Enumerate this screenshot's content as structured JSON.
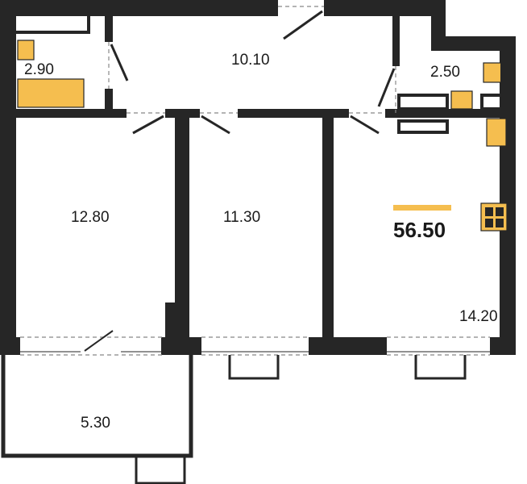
{
  "plan": {
    "total_area": "56.50",
    "accent_color": "#F5BE4F",
    "wall_color": "#262626",
    "rooms": [
      {
        "name": "bathroom",
        "area": "2.90"
      },
      {
        "name": "hallway",
        "area": "10.10"
      },
      {
        "name": "toilet",
        "area": "2.50"
      },
      {
        "name": "bedroom-1",
        "area": "12.80"
      },
      {
        "name": "bedroom-2",
        "area": "11.30"
      },
      {
        "name": "kitchen-living",
        "area": "14.20"
      },
      {
        "name": "balcony",
        "area": "5.30"
      }
    ]
  }
}
